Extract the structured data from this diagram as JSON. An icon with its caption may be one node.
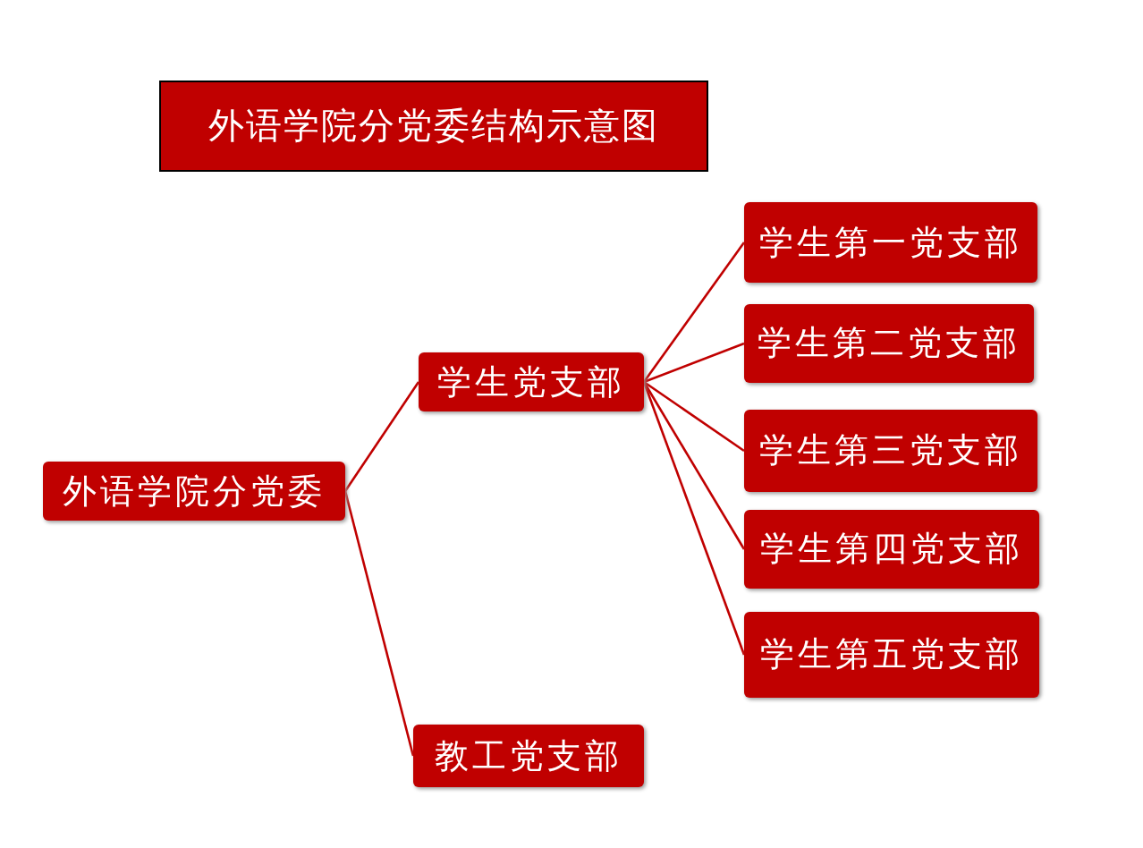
{
  "diagram": {
    "title": "外语学院分党委结构示意图",
    "nodes": [
      {
        "text": [
          "外语学院分党委"
        ]
      },
      {
        "text": [
          "学生党支部"
        ]
      },
      {
        "text": [
          "教工党支部"
        ]
      },
      {
        "text": [
          "学生第一党支部"
        ]
      },
      {
        "text": [
          "学生第二党支部"
        ]
      },
      {
        "text": [
          "学生第三党支部"
        ]
      },
      {
        "text": [
          "学生第四党支部"
        ]
      },
      {
        "text": [
          "学生第五党支部"
        ]
      }
    ],
    "edges": [
      {
        "from": 0,
        "to": 1,
        "arrow": "none"
      },
      {
        "from": 0,
        "to": 2,
        "arrow": "none"
      },
      {
        "from": 1,
        "to": 3,
        "arrow": "none"
      },
      {
        "from": 1,
        "to": 4,
        "arrow": "none"
      },
      {
        "from": 1,
        "to": 5,
        "arrow": "none"
      },
      {
        "from": 1,
        "to": 6,
        "arrow": "none"
      },
      {
        "from": 1,
        "to": 7,
        "arrow": "none"
      }
    ]
  }
}
